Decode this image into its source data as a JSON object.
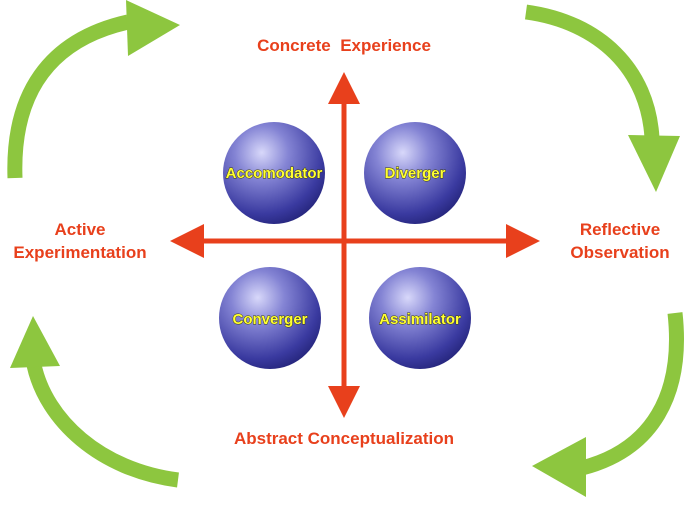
{
  "diagram": {
    "labels": {
      "top": "Concrete  Experience",
      "bottom": "Abstract Conceptualization",
      "left_line1": "Active",
      "left_line2": "Experimentation",
      "right_line1": "Reflective",
      "right_line2": "Observation"
    },
    "styles": {
      "top_left": "Accomodator",
      "top_right": "Diverger",
      "bottom_left": "Converger",
      "bottom_right": "Assimilator"
    },
    "colors": {
      "axis_arrow": "#e8401c",
      "label_text": "#e8401c",
      "cycle_arrow": "#8dc63f",
      "sphere_light": "#b9b9ee",
      "sphere_dark": "#2a2a8a",
      "style_text": "#ffff33"
    }
  }
}
